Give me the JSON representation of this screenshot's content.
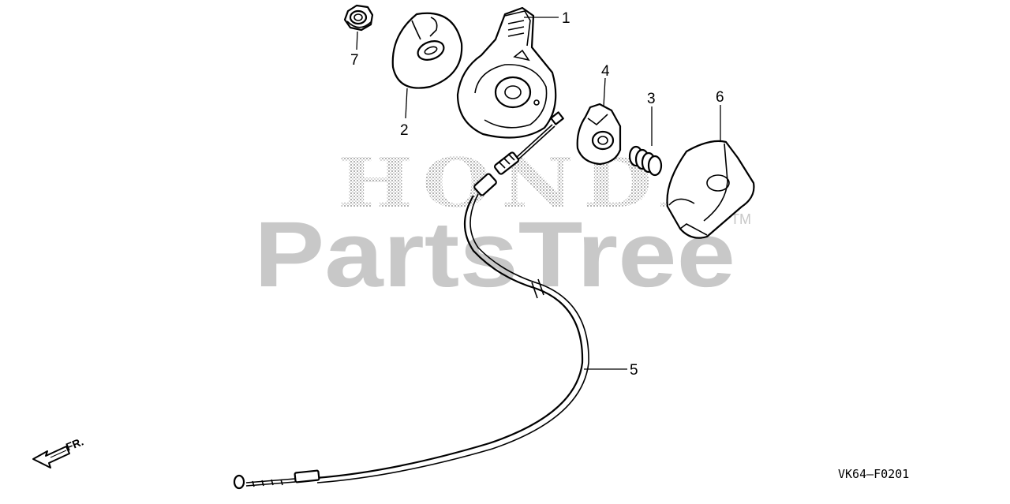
{
  "watermark": {
    "brand": "HONDA",
    "site": "PartsTree",
    "trademark": "TM"
  },
  "diagram_code": "VK64—F0201",
  "front_indicator": "FR.",
  "callouts": [
    {
      "number": "1",
      "part": "lever-housing"
    },
    {
      "number": "2",
      "part": "cover-plate"
    },
    {
      "number": "3",
      "part": "spring"
    },
    {
      "number": "4",
      "part": "cam-washer"
    },
    {
      "number": "5",
      "part": "throttle-cable"
    },
    {
      "number": "6",
      "part": "knob-cover"
    },
    {
      "number": "7",
      "part": "flange-nut"
    }
  ],
  "colors": {
    "ink": "#000000",
    "watermark": "#c8c8c8",
    "background": "#ffffff"
  }
}
